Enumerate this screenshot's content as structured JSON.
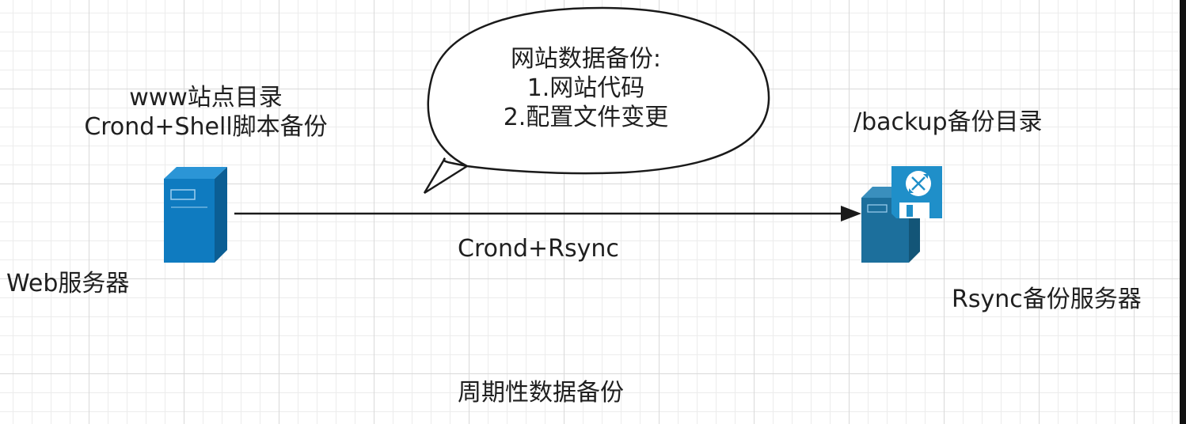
{
  "web_server": {
    "top_label_line1": "www站点目录",
    "top_label_line2": "Crond+Shell脚本备份",
    "name": "Web服务器"
  },
  "callout": {
    "line1": "网站数据备份:",
    "line2": "1.网站代码",
    "line3": "2.配置文件变更"
  },
  "connection": {
    "label": "Crond+Rsync"
  },
  "backup_server": {
    "directory": "/backup备份目录",
    "name": "Rsync备份服务器"
  },
  "caption": "周期性数据备份",
  "colors": {
    "server_front": "#0f7bc0",
    "server_side": "#0b5e94",
    "server_top": "#2b95d6",
    "backup_front": "#1c6f9c",
    "backup_side": "#135577",
    "disk": "#1f8fc9",
    "arrow": "#1a1a1a",
    "bubble_stroke": "#1a1a1a"
  },
  "icons": {
    "web_server": "server-tower-icon",
    "backup_server": "backup-server-disk-icon",
    "sync": "sync-arrows-icon"
  }
}
